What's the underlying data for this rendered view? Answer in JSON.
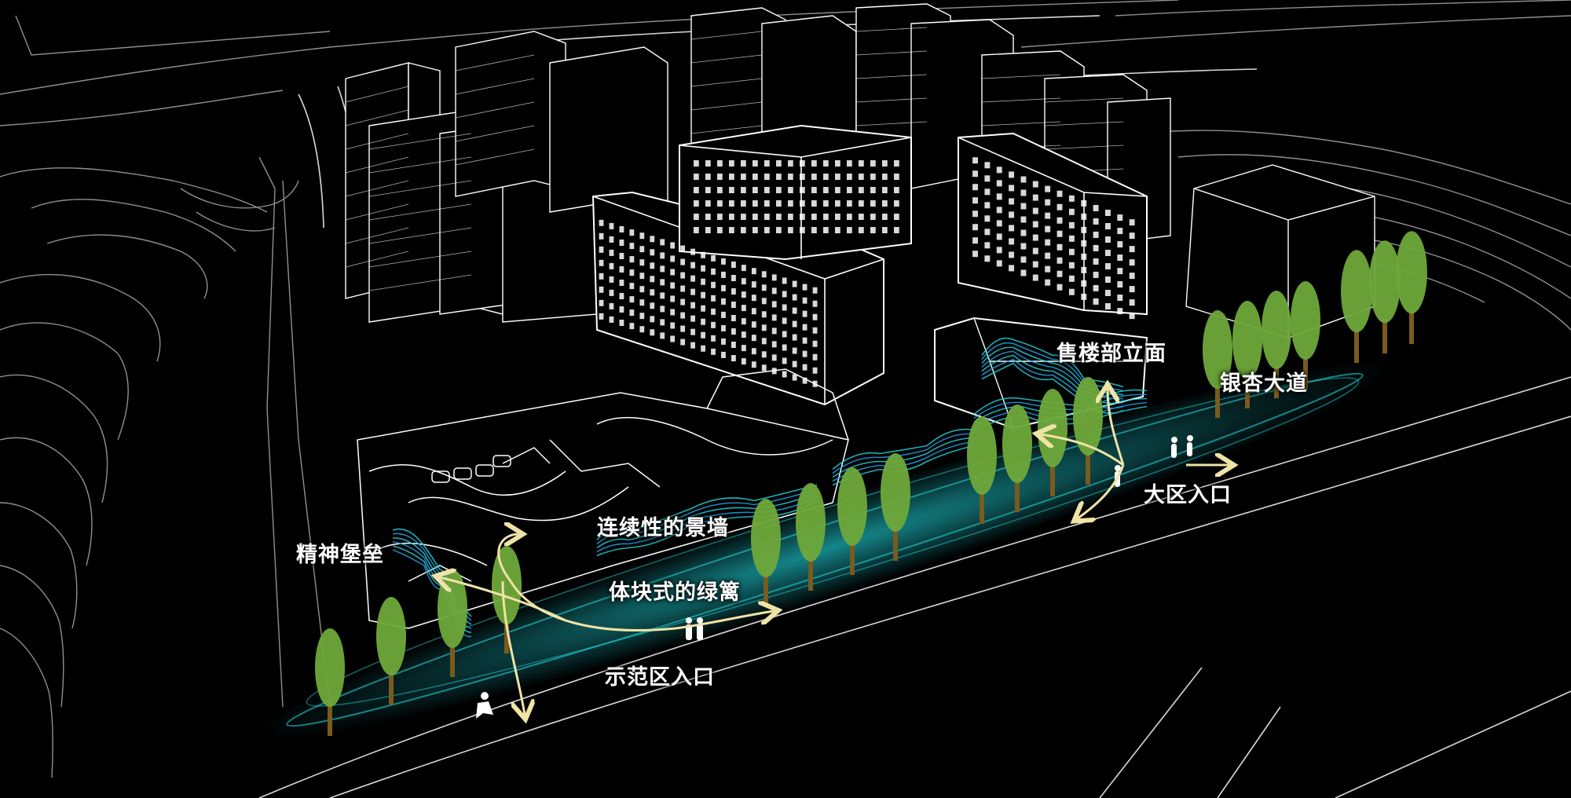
{
  "labels": {
    "sales_facade": "售楼部立面",
    "ginkgo_avenue": "银杏大道",
    "main_entrance": "大区入口",
    "continuous_wall": "连续性的景墙",
    "spirit_fortress": "精神堡垒",
    "block_hedge": "体块式的绿篱",
    "demo_entrance": "示范区入口"
  },
  "colors": {
    "background": "#000000",
    "linework": "#ffffff",
    "tree_canopy": "#6fa83a",
    "tree_trunk": "#7a5a1e",
    "flow_blue": "#1ea0e6",
    "flow_cyan": "#1fd0d6",
    "arrow": "#efe3a6"
  }
}
